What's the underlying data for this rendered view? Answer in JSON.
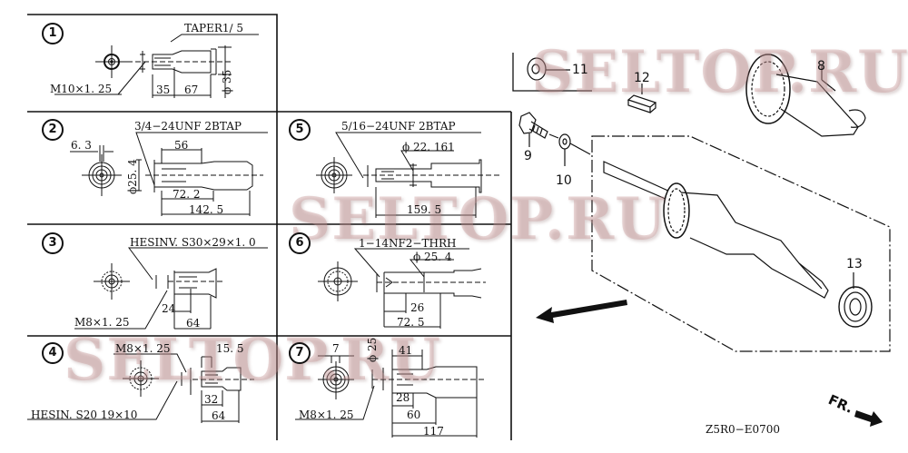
{
  "diagram": {
    "title": "Crankshaft parts diagram with taper/thread variants",
    "drawing_code": "Z5R0−E0700",
    "front_label": "FR.",
    "watermark": "SELTOP.RU",
    "colors": {
      "line": "#111111",
      "watermark": "#c89696"
    }
  },
  "panels": [
    {
      "id": "1",
      "notes": [
        "TAPER1∕ 5",
        "M10×1. 25"
      ],
      "dims": [
        "35",
        "67",
        "ϕ 35"
      ]
    },
    {
      "id": "2",
      "notes": [
        "3∕4−24UNF 2BTAP"
      ],
      "dims": [
        "6. 3",
        "56",
        "ϕ25. 4",
        "72. 2",
        "142. 5"
      ]
    },
    {
      "id": "3",
      "notes": [
        "HESINV. S30×29×1. 0",
        "M8×1. 25"
      ],
      "dims": [
        "24",
        "64"
      ]
    },
    {
      "id": "4",
      "notes": [
        "M8×1. 25",
        "HESIN. S20  19×10"
      ],
      "dims": [
        "15. 5",
        "32",
        "64"
      ]
    },
    {
      "id": "5",
      "notes": [
        "5∕16−24UNF 2BTAP"
      ],
      "dims": [
        "ϕ 22. 161",
        "159. 5"
      ]
    },
    {
      "id": "6",
      "notes": [
        "1−14NF2−THRH"
      ],
      "dims": [
        "ϕ 25. 4",
        "26",
        "72. 5"
      ]
    },
    {
      "id": "7",
      "notes": [
        "M8×1. 25"
      ],
      "dims": [
        "7",
        "ϕ 25",
        "41",
        "28",
        "60",
        "117"
      ]
    }
  ],
  "parts": [
    {
      "ref": "8",
      "name": "crankshaft-assembly-icon"
    },
    {
      "ref": "9",
      "name": "bolt-icon"
    },
    {
      "ref": "10",
      "name": "washer-icon"
    },
    {
      "ref": "11",
      "name": "washer-icon"
    },
    {
      "ref": "12",
      "name": "key-icon"
    },
    {
      "ref": "13",
      "name": "ball-bearing-icon"
    }
  ]
}
